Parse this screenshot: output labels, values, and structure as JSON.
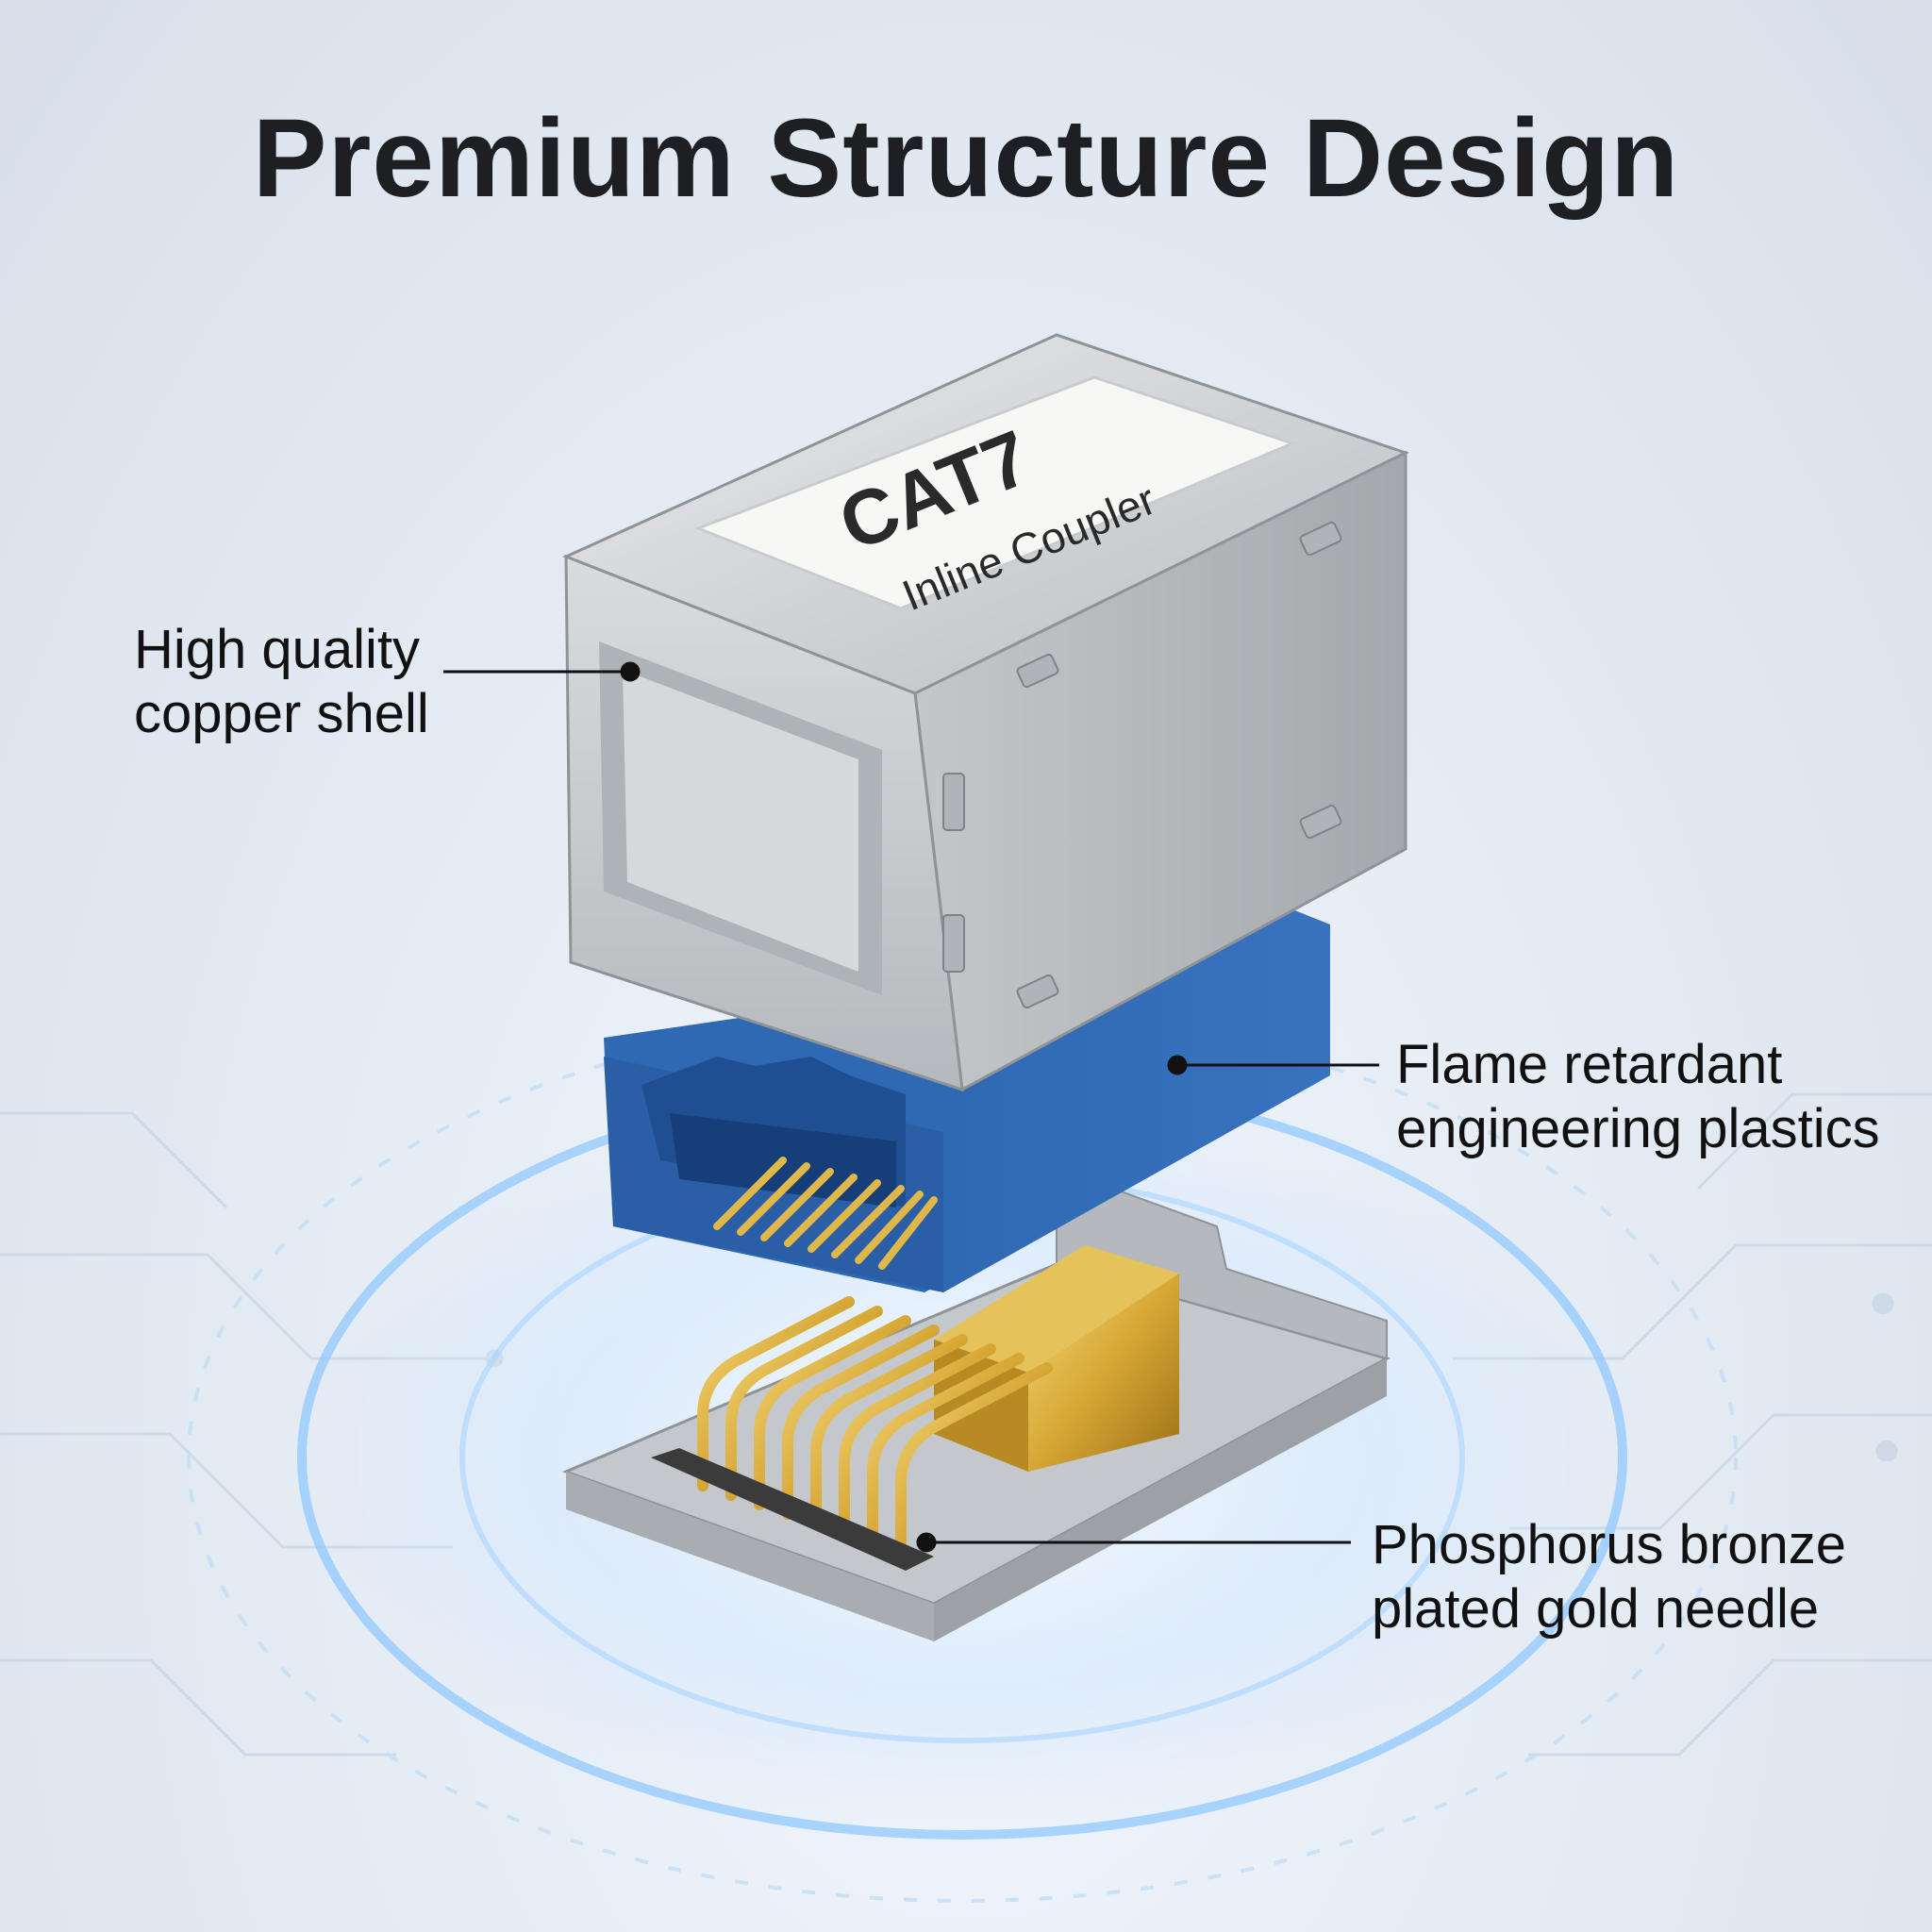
{
  "title": "Premium Structure Design",
  "product_label": {
    "model": "CAT7",
    "subtitle": "Inline Coupler"
  },
  "callouts": [
    {
      "id": "shell",
      "lines": [
        "High quality",
        "copper shell"
      ]
    },
    {
      "id": "plastic",
      "lines": [
        "Flame retardant",
        "engineering plastics"
      ]
    },
    {
      "id": "needle",
      "lines": [
        "Phosphorus bronze",
        "plated gold needle"
      ]
    }
  ],
  "colors": {
    "background": "#e5ecf4",
    "title_text": "#1d1f22",
    "metal_shell": "#c7cacd",
    "plastic_insert": "#2f68b3",
    "gold_pins": "#d6a735",
    "glow": "#6fb6ff"
  }
}
